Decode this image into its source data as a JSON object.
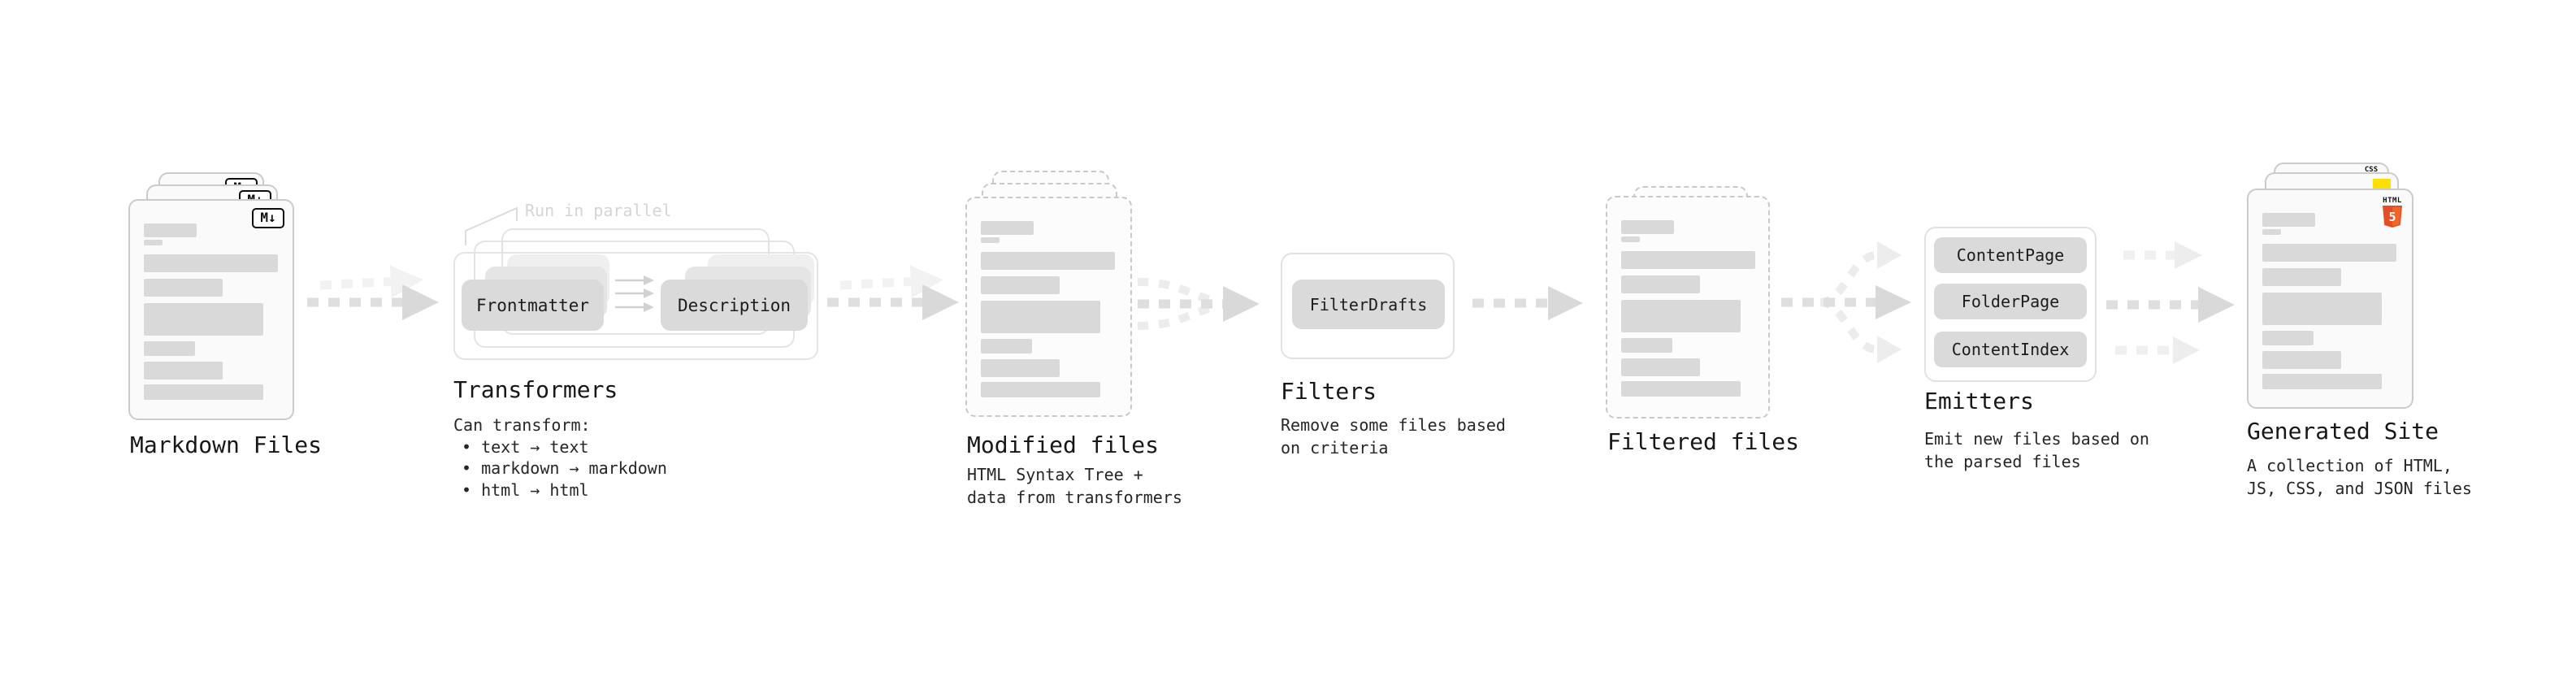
{
  "pipeline": {
    "markdown": {
      "title": "Markdown Files",
      "badge": "M↓"
    },
    "transformers": {
      "callout": "Run in parallel",
      "chip_from": "Frontmatter",
      "chip_to": "Description",
      "title": "Transformers",
      "desc_heading": "Can transform:",
      "bullets": [
        "• text → text",
        "• markdown → markdown",
        "• html → html"
      ]
    },
    "modified": {
      "title": "Modified files",
      "desc_lines": [
        "HTML Syntax Tree +",
        "data from transformers"
      ]
    },
    "filters": {
      "chip": "FilterDrafts",
      "title": "Filters",
      "desc_lines": [
        "Remove some files based",
        "on criteria"
      ]
    },
    "filtered": {
      "title": "Filtered files"
    },
    "emitters": {
      "chips": [
        "ContentPage",
        "FolderPage",
        "ContentIndex"
      ],
      "title": "Emitters",
      "desc_lines": [
        "Emit new files based on",
        "the parsed files"
      ]
    },
    "generated": {
      "title": "Generated Site",
      "desc_lines": [
        "A collection of HTML,",
        "JS, CSS, and JSON files"
      ],
      "css_badge": "CSS",
      "html5_label": "HTML",
      "html5_number": "5"
    },
    "colors": {
      "html5_orange": "#e44d26",
      "html5_orange_light": "#f16529",
      "js_yellow": "#ffe000",
      "css_blue": "#2962ff"
    }
  }
}
